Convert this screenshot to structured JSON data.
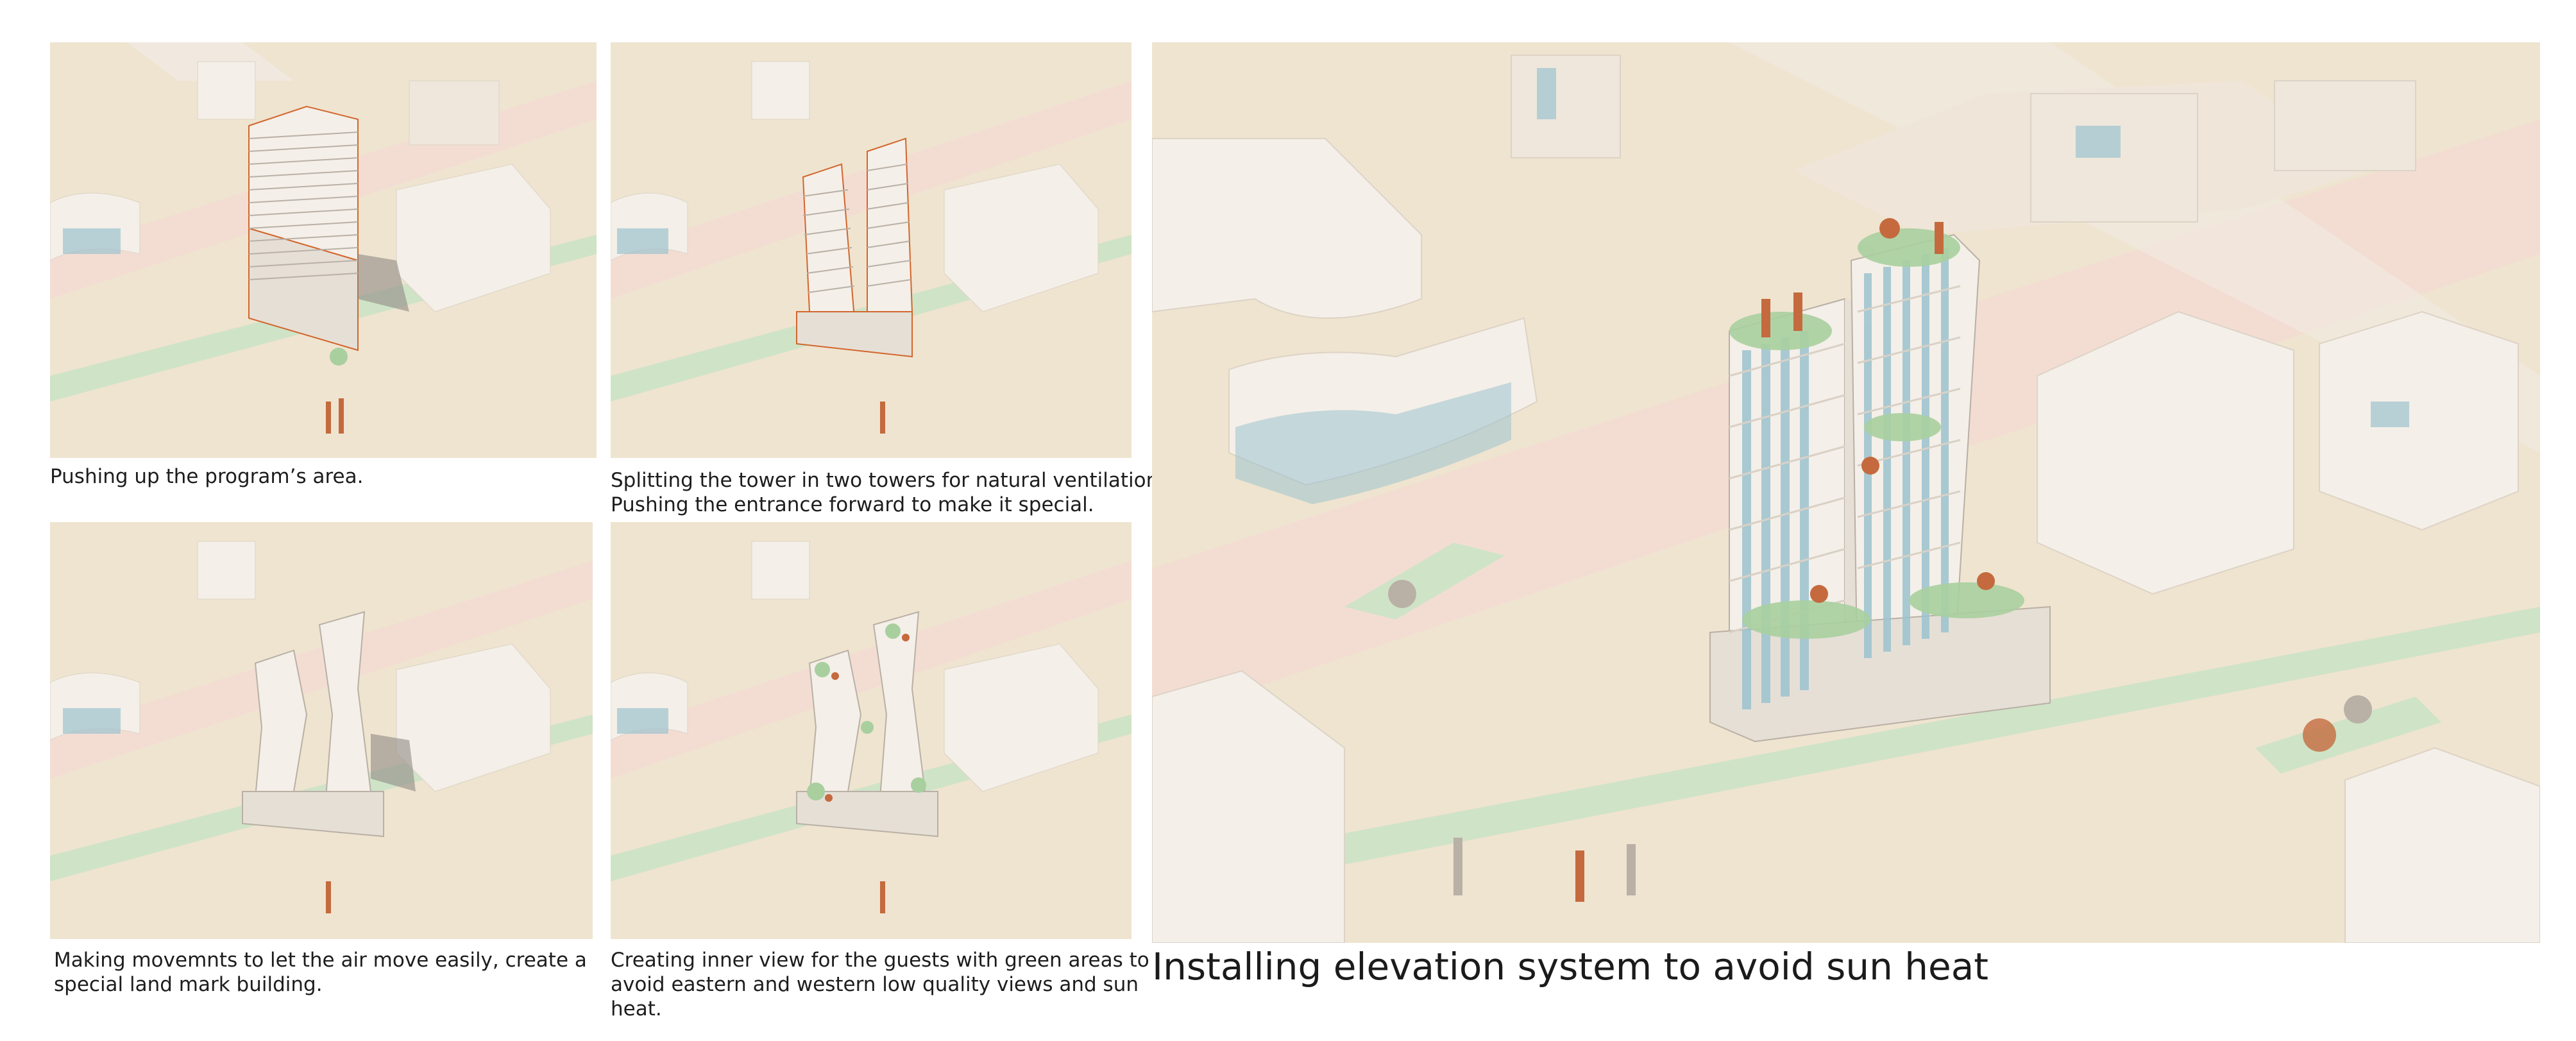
{
  "panels": [
    {
      "id": "step-1",
      "caption": "Pushing up the program’s area."
    },
    {
      "id": "step-2",
      "caption_lines": [
        "Splitting the tower in two towers for natural ventilation,",
        "Pushing the entrance forward to make it special."
      ]
    },
    {
      "id": "step-3",
      "caption_lines": [
        "Making movemnts to let the air move easily, create a",
        "special land mark building."
      ]
    },
    {
      "id": "step-4",
      "caption_lines": [
        "Creating inner view for the guests with green areas to",
        "avoid eastern and western low quality views and sun",
        "heat."
      ]
    },
    {
      "id": "final",
      "caption": "Installing elevation system to avoid sun heat"
    }
  ],
  "colors": {
    "ground": "#efe4cf",
    "road": "#f3ddd3",
    "building": "#f4efe8",
    "building_shade": "#ddd3c6",
    "tower_line": "#b9b0a6",
    "edge_orange": "#d2662d",
    "glass": "#9cc3cf",
    "green": "#a9cf9f",
    "tree_orange": "#c46a3e"
  }
}
